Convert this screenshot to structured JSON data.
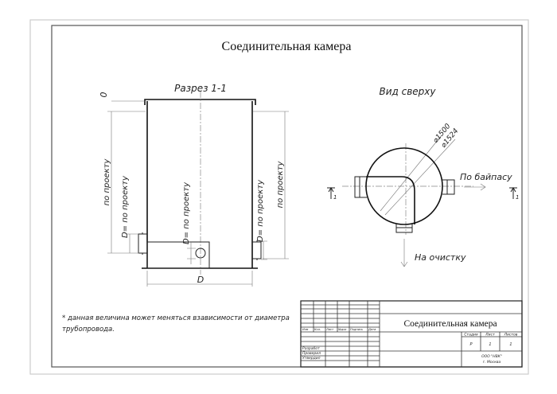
{
  "title": "Соединительная камера",
  "section_view": {
    "label": "Разрез 1-1",
    "top_mark": "0",
    "dim_left_outer": "по проекту",
    "dim_left_inner": "D= по проекту",
    "dim_center": "D= по проекту",
    "dim_right_inner": "D= по проекту",
    "dim_right_outer": "по проекту",
    "dim_bottom": "D"
  },
  "top_view": {
    "label": "Вид сверху",
    "diameter_inner": "⌀1500",
    "diameter_outer": "⌀1524",
    "bypass_label": "По байпасу",
    "cleaning_label": "На очистку",
    "section_mark": "1"
  },
  "note": {
    "line1": "* данная величина может меняться взависимости от диаметра",
    "line2": "трубопровода."
  },
  "title_block": {
    "columns": [
      "Изм",
      "Кол.",
      "Лист",
      "№док",
      "Подпись",
      "Дата"
    ],
    "roles": [
      "Разработ",
      "Проверил",
      "Утвердил"
    ],
    "name": "Соединительная камера",
    "stage_header": "Стадия",
    "sheet_header": "Лист",
    "sheets_header": "Листов",
    "stage": "Р",
    "sheet": "1",
    "sheets": "1",
    "org_line1": "ООО \"НВК\"",
    "org_line2": "г. Москва"
  }
}
